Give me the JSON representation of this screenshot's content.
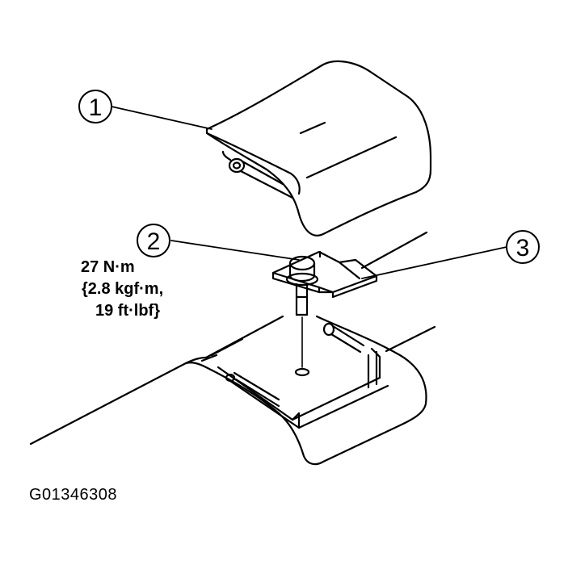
{
  "callouts": [
    {
      "number": "1",
      "part": "cover"
    },
    {
      "number": "2",
      "part": "bolt"
    },
    {
      "number": "3",
      "part": "bracket"
    }
  ],
  "torque": {
    "line1": "27 N·m",
    "line2": "{2.8 kgf·m,",
    "line3": "19 ft·lbf}"
  },
  "figure_id": "G01346308",
  "colors": {
    "ink": "#000000",
    "paper": "#ffffff"
  }
}
